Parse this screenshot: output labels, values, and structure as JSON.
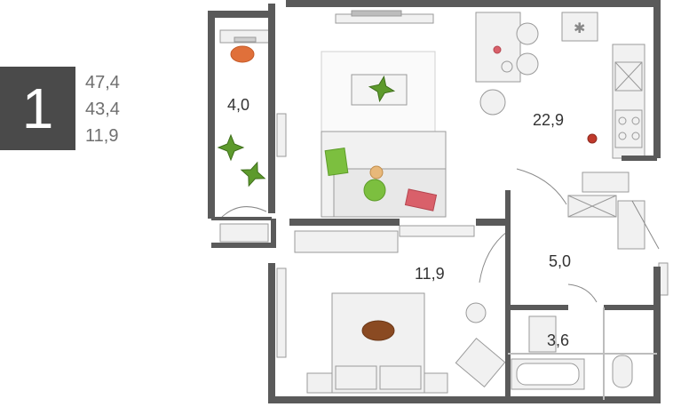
{
  "unit": {
    "rooms_count": "1",
    "areas": [
      "47,4",
      "43,4",
      "11,9"
    ]
  },
  "rooms": {
    "balcony": {
      "area": "4,0"
    },
    "living_kitchen": {
      "area": "22,9"
    },
    "bedroom": {
      "area": "11,9"
    },
    "hallway": {
      "area": "5,0"
    },
    "bathroom": {
      "area": "3,6"
    }
  },
  "colors": {
    "wall": "#5a5a5a",
    "badge": "#4a4a4a",
    "furniture_fill": "#f1f1f1",
    "furniture_stroke": "#9a9a9a",
    "plant": "#5d9a2c",
    "chair": "#e0703a",
    "pillow_green": "#7cbf3f",
    "pillow_red": "#d9606a",
    "dog": "#8a4a22",
    "text": "#6f6f6f"
  }
}
